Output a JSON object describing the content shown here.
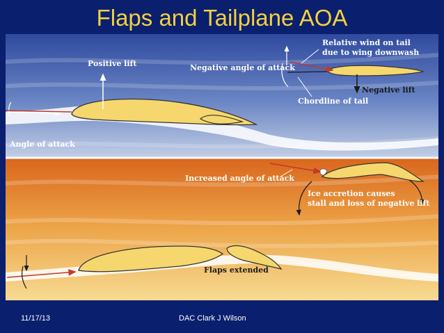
{
  "slide": {
    "title": "Flaps and Tailplane AOA",
    "footer_date": "11/17/13",
    "footer_author": "DAC Clark J Wilson"
  },
  "top_panel": {
    "positive_lift": "Positive lift",
    "negative_angle_of_attack": "Negative angle of attack",
    "relative_wind_line1": "Relative wind on tail",
    "relative_wind_line2": "due to wing downwash",
    "negative_lift": "Negative lift",
    "chordline_of_tail": "Chordline of tail",
    "angle_of_attack": "Angle of attack"
  },
  "bottom_panel": {
    "increased_angle_of_attack": "Increased angle of attack",
    "ice_line1": "Ice accretion causes",
    "ice_line2": "stall and loss of negative lift",
    "flaps_extended": "Flaps extended"
  },
  "colors": {
    "title": "#f4d03f",
    "airfoil_fill": "#f5d76e",
    "arrow_red": "#c0392b",
    "background": "#0a1f6e"
  }
}
